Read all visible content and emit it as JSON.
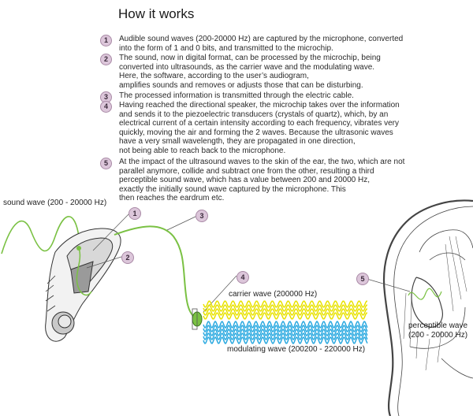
{
  "title": "How it works",
  "steps": [
    {
      "num": "1",
      "lines": [
        "Audible sound waves (200-20000 Hz) are captured by the microphone, converted",
        "into the form of 1 and 0 bits, and transmitted to the microchip."
      ]
    },
    {
      "num": "2",
      "lines": [
        "The sound, now in digital format, can be processed by the microchip, being",
        "converted into ultrasounds, as the carrier wave and the modulating wave.",
        "Here, the software, according to the user’s audiogram,",
        "amplifies sounds and removes or adjusts those that can be disturbing."
      ]
    },
    {
      "num": "3",
      "lines": [
        "The processed information is transmitted through the electric cable."
      ]
    },
    {
      "num": "4",
      "lines": [
        "Having reached the directional speaker, the microchip takes over the information",
        "and sends it to the piezoelectric transducers (crystals of quartz), which, by an",
        "electrical current of a certain intensity according to each frequency, vibrates very",
        "quickly, moving the air and forming the 2 waves. Because the ultrasonic waves",
        "have a very small wavelength, they are propagated in one direction,",
        "not being able to reach back to the microphone."
      ]
    },
    {
      "num": "5",
      "lines": [
        "At the impact of the ultrasound waves to the skin of the ear, the two, which are not",
        "parallel anymore, collide and subtract one from the other, resulting a third",
        "perceptible sound wave, which has a value between 200 and 20000 Hz,",
        "exactly the initially sound wave captured by the microphone. This",
        "then reaches the eardrum etc."
      ]
    }
  ],
  "labels": {
    "sound_wave": "sound wave (200 - 20000 Hz)",
    "carrier_wave": "carrier wave (200000 Hz)",
    "modulating_wave": "modulating wave (200200 - 220000 Hz)",
    "perceptible_line1": "perceptible wave",
    "perceptible_line2": "(200 - 20000 Hz)"
  },
  "callouts": [
    "1",
    "2",
    "3",
    "4",
    "5"
  ],
  "colors": {
    "green": "#7ac143",
    "yellow": "#e8e200",
    "cyan": "#2aa9e0",
    "badge": "#dcc6da"
  }
}
